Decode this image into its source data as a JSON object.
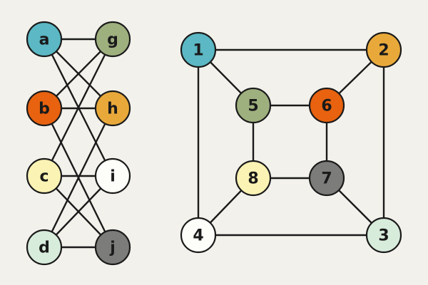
{
  "graphs": [
    {
      "id": "bipartite-graph",
      "nodes": [
        {
          "id": "a",
          "label": "a",
          "color": "#5bb8c4"
        },
        {
          "id": "b",
          "label": "b",
          "color": "#e8620f"
        },
        {
          "id": "c",
          "label": "c",
          "color": "#fbf3b4"
        },
        {
          "id": "d",
          "label": "d",
          "color": "#d8ecdc"
        },
        {
          "id": "g",
          "label": "g",
          "color": "#9fb07f"
        },
        {
          "id": "h",
          "label": "h",
          "color": "#e9a93a"
        },
        {
          "id": "i",
          "label": "i",
          "color": "#fdfdf9"
        },
        {
          "id": "j",
          "label": "j",
          "color": "#7c7c7a"
        }
      ],
      "edges": [
        [
          "a",
          "g"
        ],
        [
          "a",
          "h"
        ],
        [
          "a",
          "i"
        ],
        [
          "b",
          "g"
        ],
        [
          "b",
          "h"
        ],
        [
          "b",
          "j"
        ],
        [
          "c",
          "g"
        ],
        [
          "c",
          "i"
        ],
        [
          "c",
          "j"
        ],
        [
          "d",
          "h"
        ],
        [
          "d",
          "i"
        ],
        [
          "d",
          "j"
        ]
      ]
    },
    {
      "id": "cube-graph",
      "nodes": [
        {
          "id": "1",
          "label": "1",
          "color": "#5bb8c4"
        },
        {
          "id": "2",
          "label": "2",
          "color": "#e9a93a"
        },
        {
          "id": "3",
          "label": "3",
          "color": "#d8ecdc"
        },
        {
          "id": "4",
          "label": "4",
          "color": "#fdfdf9"
        },
        {
          "id": "5",
          "label": "5",
          "color": "#9fb07f"
        },
        {
          "id": "6",
          "label": "6",
          "color": "#e8620f"
        },
        {
          "id": "7",
          "label": "7",
          "color": "#7c7c7a"
        },
        {
          "id": "8",
          "label": "8",
          "color": "#fbf3b4"
        }
      ],
      "edges": [
        [
          "1",
          "2"
        ],
        [
          "2",
          "3"
        ],
        [
          "3",
          "4"
        ],
        [
          "4",
          "1"
        ],
        [
          "5",
          "6"
        ],
        [
          "6",
          "7"
        ],
        [
          "7",
          "8"
        ],
        [
          "8",
          "5"
        ],
        [
          "1",
          "5"
        ],
        [
          "2",
          "6"
        ],
        [
          "3",
          "7"
        ],
        [
          "4",
          "8"
        ]
      ]
    }
  ]
}
